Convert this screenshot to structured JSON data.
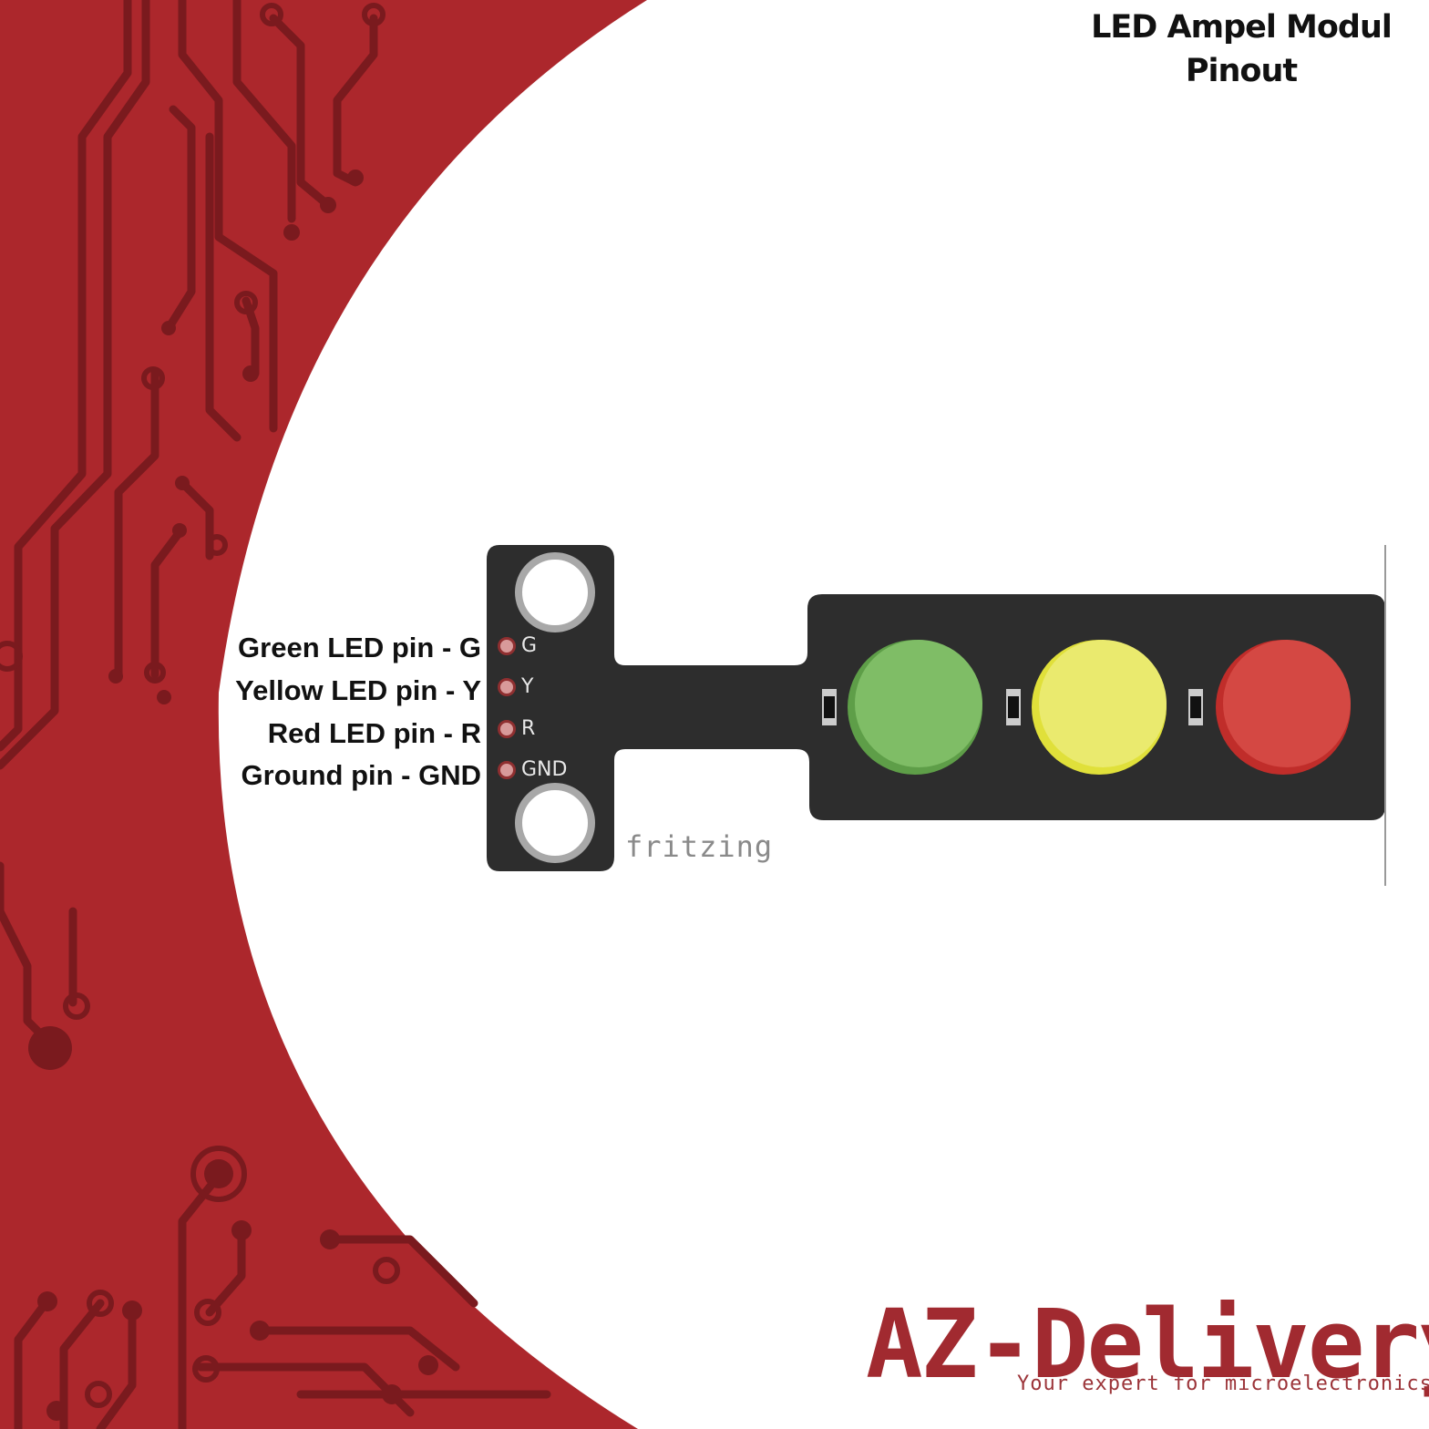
{
  "title": {
    "line1": "LED Ampel Modul",
    "line2": "Pinout"
  },
  "pin_labels": [
    {
      "label": "Green LED pin - G",
      "pad": "G"
    },
    {
      "label": "Yellow LED pin - Y",
      "pad": "Y"
    },
    {
      "label": "Red LED pin - R",
      "pad": "R"
    },
    {
      "label": "Ground pin - GND",
      "pad": "GND"
    }
  ],
  "watermark": "fritzing",
  "brand": {
    "logo": "AZ-Delivery",
    "slogan": "Your expert for microelectronics!"
  },
  "colors": {
    "brand_red": "#ac272c",
    "trace_dark": "#7a1a1e",
    "board": "#2d2d2d",
    "led_green": "#7fbd66",
    "led_yellow": "#eaea6e",
    "led_red": "#d44843"
  }
}
